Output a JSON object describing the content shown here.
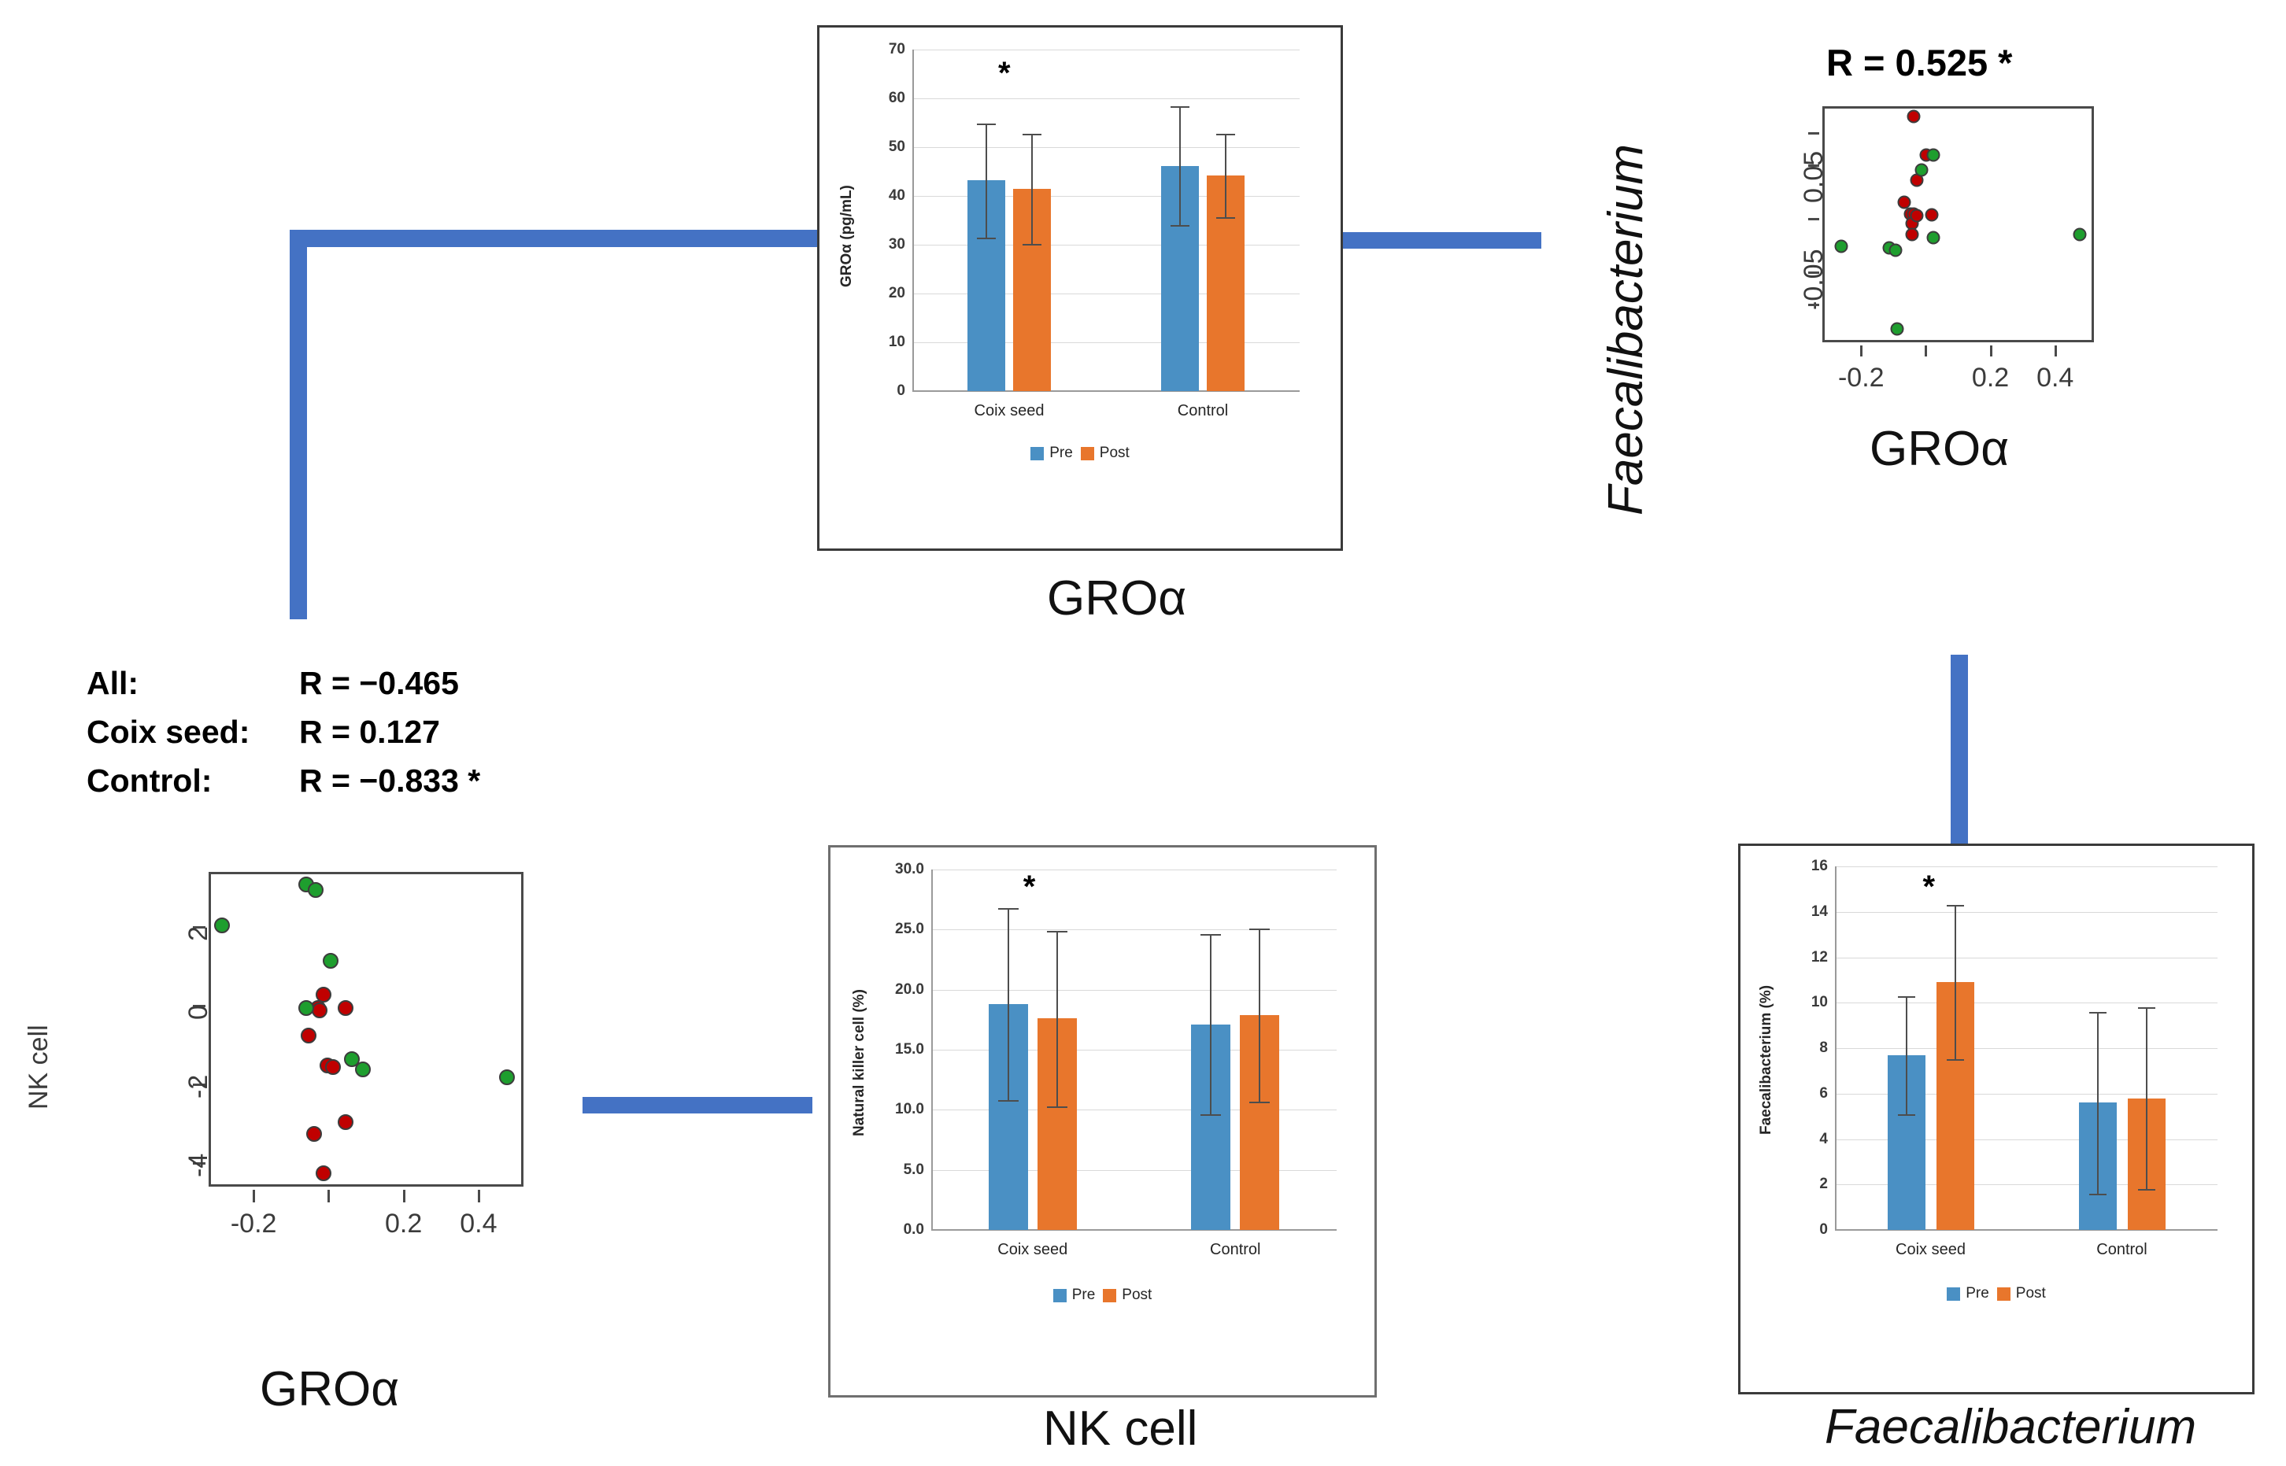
{
  "figure": {
    "connector_color": "#4472C4",
    "series_colors": {
      "pre": "#4A90C4",
      "post": "#E8762C"
    },
    "point_colors": {
      "coix_seed": "#C00000",
      "control": "#1E9E2E"
    }
  },
  "labels": {
    "groa_center": "GROα",
    "groa_right": "GROα",
    "groa_scatter_x": "GROα",
    "nk_cell_bottom": "NK cell",
    "nk_cell_scatter_y": "NK cell",
    "faecalibacterium_vertical": "Faecalibacterium",
    "faecalibacterium_bottom": "Faecalibacterium"
  },
  "correlation_block": {
    "rows": [
      {
        "group": "All:",
        "value": "R = −0.465"
      },
      {
        "group": "Coix seed:",
        "value": "R = 0.127"
      },
      {
        "group": "Control:",
        "value": "R = −0.833 *"
      }
    ]
  },
  "chart_data": [
    {
      "id": "groa-bar",
      "type": "bar",
      "title": "",
      "xlabel": "",
      "ylabel": "GROα (pg/mL)",
      "ylim": [
        0,
        70
      ],
      "yticks": [
        0,
        10,
        20,
        30,
        40,
        50,
        60,
        70
      ],
      "categories": [
        "Coix seed",
        "Control"
      ],
      "legend": [
        "Pre",
        "Post"
      ],
      "legend_position": "bottom",
      "grid": true,
      "significance_marker": "*",
      "significance_on": "Coix seed",
      "series": [
        {
          "name": "Pre",
          "values": [
            43.2,
            46.2
          ],
          "errors": [
            11.7,
            12.2
          ]
        },
        {
          "name": "Post",
          "values": [
            41.5,
            44.2
          ],
          "errors": [
            11.3,
            8.5
          ]
        }
      ]
    },
    {
      "id": "nk-bar",
      "type": "bar",
      "title": "",
      "xlabel": "",
      "ylabel": "Natural killer cell  (%)",
      "ylim": [
        0,
        30
      ],
      "yticks": [
        "0.0",
        "5.0",
        "10.0",
        "15.0",
        "20.0",
        "25.0",
        "30.0"
      ],
      "ytick_values": [
        0,
        5,
        10,
        15,
        20,
        25,
        30
      ],
      "categories": [
        "Coix seed",
        "Control"
      ],
      "legend": [
        "Pre",
        "Post"
      ],
      "legend_position": "bottom",
      "grid": true,
      "significance_marker": "*",
      "significance_on": "Coix seed",
      "series": [
        {
          "name": "Pre",
          "values": [
            18.8,
            17.1
          ],
          "errors": [
            8.0,
            7.5
          ]
        },
        {
          "name": "Post",
          "values": [
            17.6,
            17.9
          ],
          "errors": [
            7.3,
            7.2
          ]
        }
      ]
    },
    {
      "id": "faecalibacterium-bar",
      "type": "bar",
      "title": "",
      "xlabel": "",
      "ylabel": "Faecalibacterium (%)",
      "ylim": [
        0,
        16
      ],
      "yticks": [
        0,
        2,
        4,
        6,
        8,
        10,
        12,
        14,
        16
      ],
      "categories": [
        "Coix seed",
        "Control"
      ],
      "legend": [
        "Pre",
        "Post"
      ],
      "legend_position": "bottom",
      "grid": true,
      "significance_marker": "*",
      "significance_on": "Coix seed",
      "series": [
        {
          "name": "Pre",
          "values": [
            7.7,
            5.6
          ],
          "errors": [
            2.6,
            4.0
          ]
        },
        {
          "name": "Post",
          "values": [
            10.9,
            5.8
          ],
          "errors": [
            3.4,
            4.0
          ]
        }
      ]
    },
    {
      "id": "nk-vs-groa-scatter",
      "type": "scatter",
      "title": "",
      "xlabel": "GROα",
      "ylabel": "NK cell",
      "xlim": [
        -0.32,
        0.52
      ],
      "ylim": [
        -4.6,
        3.4
      ],
      "xticks": [
        -0.2,
        0.0,
        0.2,
        0.4
      ],
      "xticklabels": [
        "-0.2",
        "",
        "0.2",
        "0.4"
      ],
      "yticks": [
        2,
        0,
        -2,
        -4
      ],
      "yticklabels": [
        "2",
        "0",
        "-2",
        "-4"
      ],
      "annotations": [
        "All:        R = −0.465",
        "Coix seed:  R = 0.127",
        "Control:    R = −0.833 *"
      ],
      "series": [
        {
          "name": "Coix seed",
          "color": "#C00000",
          "points": [
            [
              -0.02,
              0.35
            ],
            [
              -0.035,
              0.0
            ],
            [
              -0.03,
              -0.05
            ],
            [
              0.04,
              0.0
            ],
            [
              -0.06,
              -0.7
            ],
            [
              -0.01,
              -1.45
            ],
            [
              0.005,
              -1.5
            ],
            [
              0.04,
              -2.9
            ],
            [
              -0.045,
              -3.2
            ],
            [
              -0.02,
              -4.2
            ]
          ]
        },
        {
          "name": "Control",
          "color": "#1E9E2E",
          "points": [
            [
              -0.065,
              3.15
            ],
            [
              -0.04,
              3.0
            ],
            [
              -0.29,
              2.1
            ],
            [
              0.0,
              1.2
            ],
            [
              -0.065,
              0.0
            ],
            [
              0.055,
              -1.3
            ],
            [
              0.085,
              -1.55
            ],
            [
              0.47,
              -1.75
            ]
          ]
        }
      ]
    },
    {
      "id": "faecalibacterium-vs-groa-scatter",
      "type": "scatter",
      "title": "R = 0.525 *",
      "xlabel": "GROα",
      "ylabel": "Faecalibacterium",
      "xlim": [
        -0.32,
        0.52
      ],
      "ylim": [
        -0.115,
        0.105
      ],
      "xticks": [
        -0.2,
        0.0,
        0.2,
        0.4
      ],
      "xticklabels": [
        "-0.2",
        "",
        "0.2",
        "0.4"
      ],
      "yticks": [
        0.08,
        0.05,
        0.0,
        -0.05,
        -0.08
      ],
      "yticklabels": [
        "",
        "0.05",
        "",
        "-0.05",
        ""
      ],
      "series": [
        {
          "name": "Coix seed",
          "color": "#C00000",
          "points": [
            [
              -0.045,
              0.098
            ],
            [
              -0.005,
              0.062
            ],
            [
              -0.035,
              0.038
            ],
            [
              -0.075,
              0.018
            ],
            [
              -0.055,
              0.007
            ],
            [
              -0.045,
              0.007
            ],
            [
              -0.05,
              -0.002
            ],
            [
              -0.035,
              0.005
            ],
            [
              -0.05,
              -0.012
            ],
            [
              0.01,
              0.006
            ]
          ]
        },
        {
          "name": "Control",
          "color": "#1E9E2E",
          "points": [
            [
              0.015,
              0.062
            ],
            [
              -0.02,
              0.048
            ],
            [
              0.015,
              -0.015
            ],
            [
              -0.27,
              -0.023
            ],
            [
              -0.12,
              -0.025
            ],
            [
              -0.1,
              -0.027
            ],
            [
              0.47,
              -0.012
            ],
            [
              -0.095,
              -0.1
            ]
          ]
        }
      ]
    }
  ]
}
